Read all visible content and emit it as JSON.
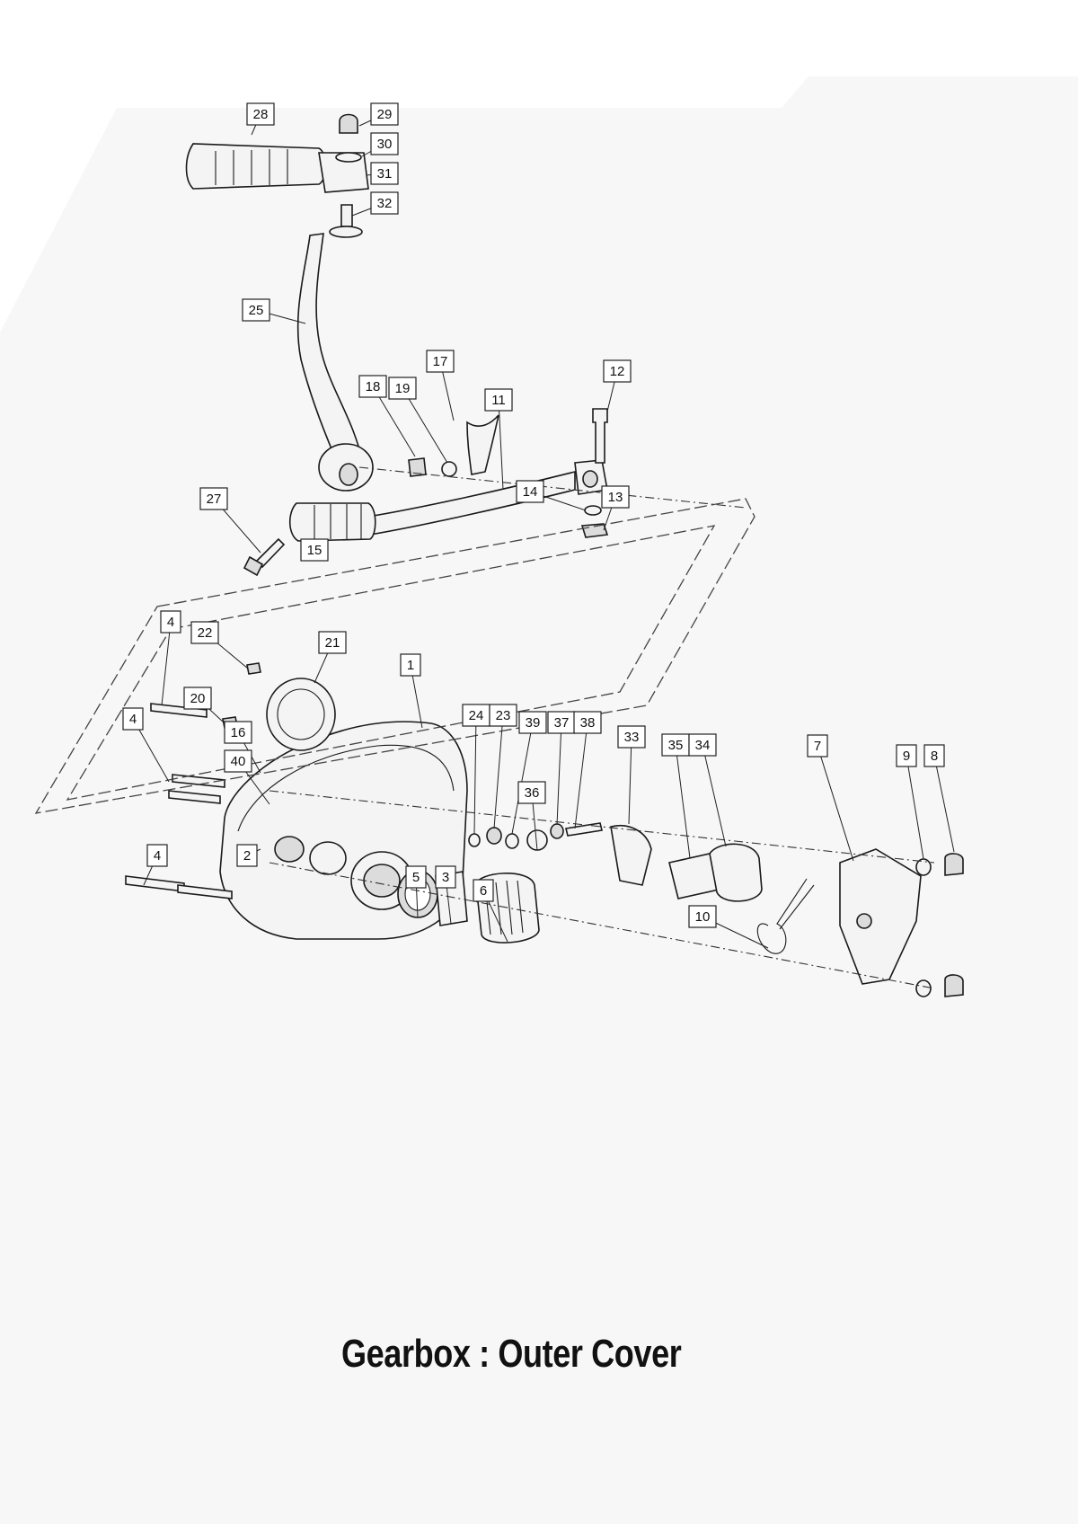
{
  "title": "Gearbox : Outer Cover",
  "callouts": [
    {
      "id": "c28",
      "label": "28"
    },
    {
      "id": "c29",
      "label": "29"
    },
    {
      "id": "c30",
      "label": "30"
    },
    {
      "id": "c31",
      "label": "31"
    },
    {
      "id": "c32",
      "label": "32"
    },
    {
      "id": "c25",
      "label": "25"
    },
    {
      "id": "c17",
      "label": "17"
    },
    {
      "id": "c18",
      "label": "18"
    },
    {
      "id": "c19",
      "label": "19"
    },
    {
      "id": "c11",
      "label": "11"
    },
    {
      "id": "c12",
      "label": "12"
    },
    {
      "id": "c14",
      "label": "14"
    },
    {
      "id": "c13",
      "label": "13"
    },
    {
      "id": "c27",
      "label": "27"
    },
    {
      "id": "c15",
      "label": "15"
    },
    {
      "id": "c4a",
      "label": "4"
    },
    {
      "id": "c22",
      "label": "22"
    },
    {
      "id": "c21",
      "label": "21"
    },
    {
      "id": "c20",
      "label": "20"
    },
    {
      "id": "c1",
      "label": "1"
    },
    {
      "id": "c4b",
      "label": "4"
    },
    {
      "id": "c16",
      "label": "16"
    },
    {
      "id": "c40",
      "label": "40"
    },
    {
      "id": "c24",
      "label": "24"
    },
    {
      "id": "c23",
      "label": "23"
    },
    {
      "id": "c39",
      "label": "39"
    },
    {
      "id": "c37",
      "label": "37"
    },
    {
      "id": "c38",
      "label": "38"
    },
    {
      "id": "c33",
      "label": "33"
    },
    {
      "id": "c35",
      "label": "35"
    },
    {
      "id": "c34",
      "label": "34"
    },
    {
      "id": "c7",
      "label": "7"
    },
    {
      "id": "c9",
      "label": "9"
    },
    {
      "id": "c8",
      "label": "8"
    },
    {
      "id": "c36",
      "label": "36"
    },
    {
      "id": "c4c",
      "label": "4"
    },
    {
      "id": "c2",
      "label": "2"
    },
    {
      "id": "c5",
      "label": "5"
    },
    {
      "id": "c3",
      "label": "3"
    },
    {
      "id": "c6",
      "label": "6"
    },
    {
      "id": "c10",
      "label": "10"
    }
  ]
}
